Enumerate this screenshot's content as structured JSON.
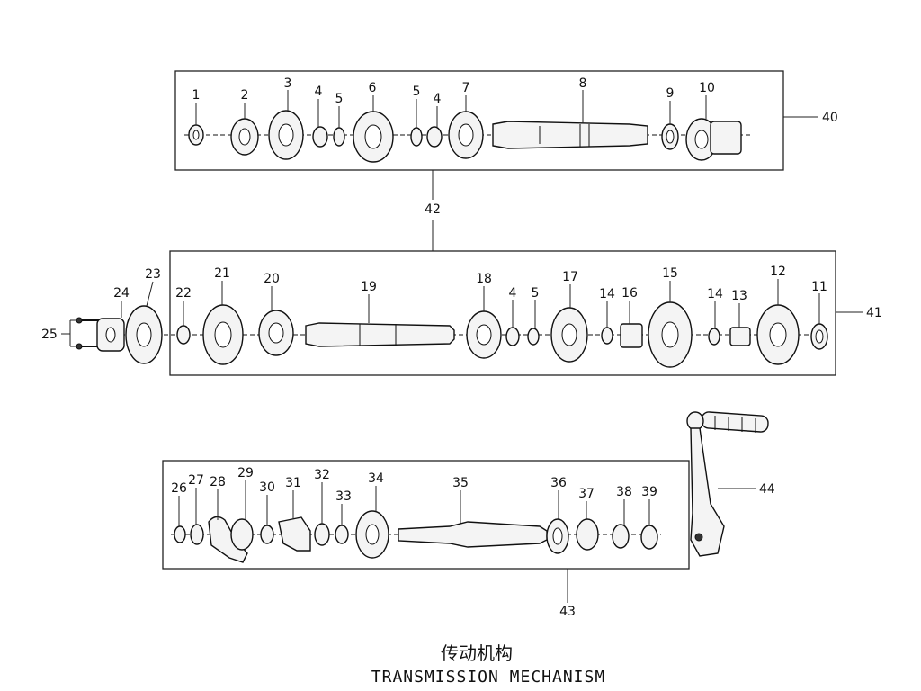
{
  "title": {
    "chinese": "传动机构",
    "english": "TRANSMISSION MECHANISM"
  },
  "callouts": {
    "c1": "1",
    "c2": "2",
    "c3": "3",
    "c4": "4",
    "c5": "5",
    "c6": "6",
    "c7": "7",
    "c8": "8",
    "c9": "9",
    "c10": "10",
    "c11": "11",
    "c12": "12",
    "c13": "13",
    "c14": "14",
    "c15": "15",
    "c16": "16",
    "c17": "17",
    "c18": "18",
    "c19": "19",
    "c20": "20",
    "c21": "21",
    "c22": "22",
    "c23": "23",
    "c24": "24",
    "c25": "25",
    "c26": "26",
    "c27": "27",
    "c28": "28",
    "c29": "29",
    "c30": "30",
    "c31": "31",
    "c32": "32",
    "c33": "33",
    "c34": "34",
    "c35": "35",
    "c36": "36",
    "c37": "37",
    "c38": "38",
    "c39": "39",
    "c40": "40",
    "c41": "41",
    "c42": "42",
    "c43": "43",
    "c44": "44"
  }
}
